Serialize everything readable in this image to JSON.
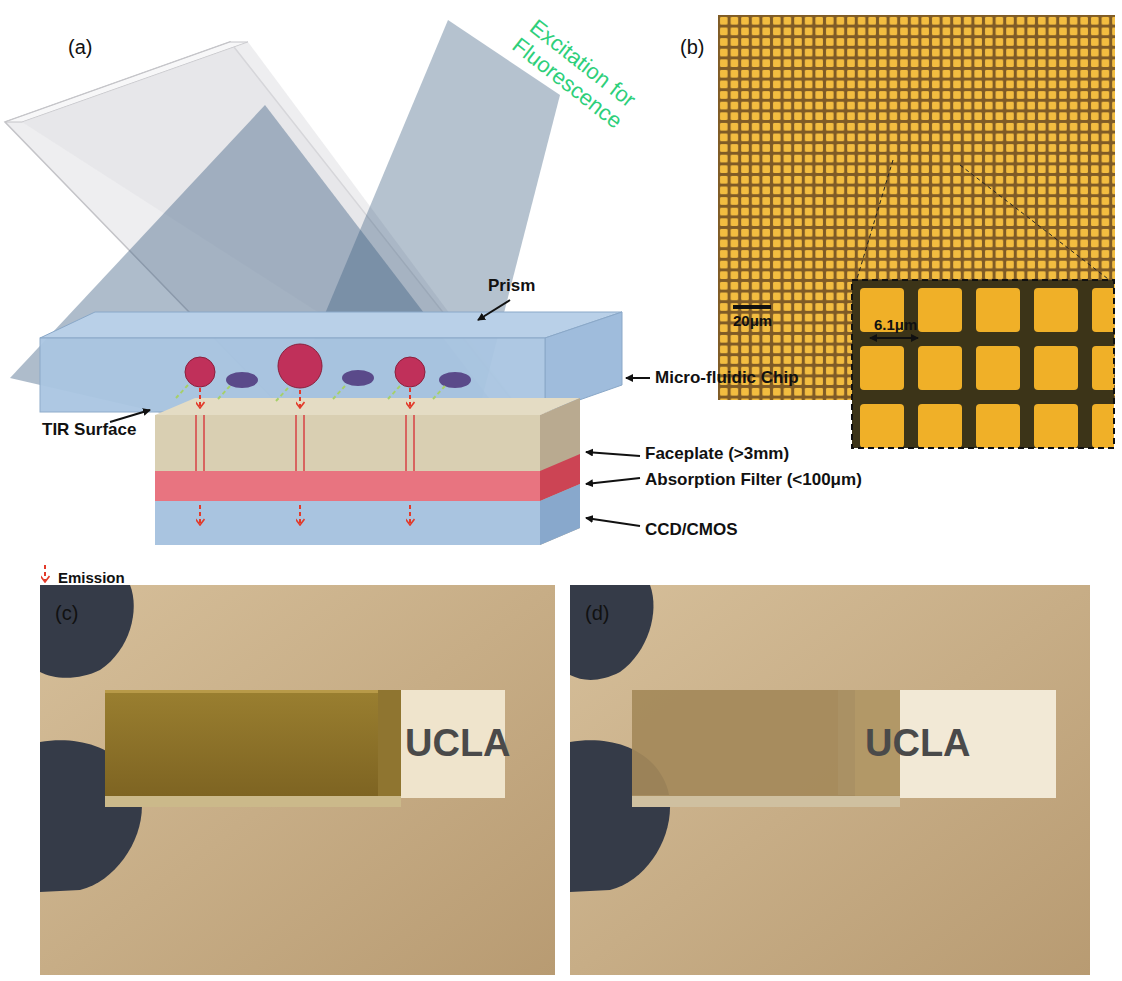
{
  "diagram": {
    "labels": [
      "(a)",
      "Excitation for Fluorescence",
      "Prism",
      "Micro-fluidic Chip",
      "TIR Surface",
      "Faceplate (>3mm)",
      "Absorption Filter (<100μm)",
      "CCD/CMOS",
      "Emission",
      "(b)",
      "20μm",
      "6.1μm",
      "(c)",
      "UCLA",
      "(d)",
      "UCLA"
    ]
  }
}
